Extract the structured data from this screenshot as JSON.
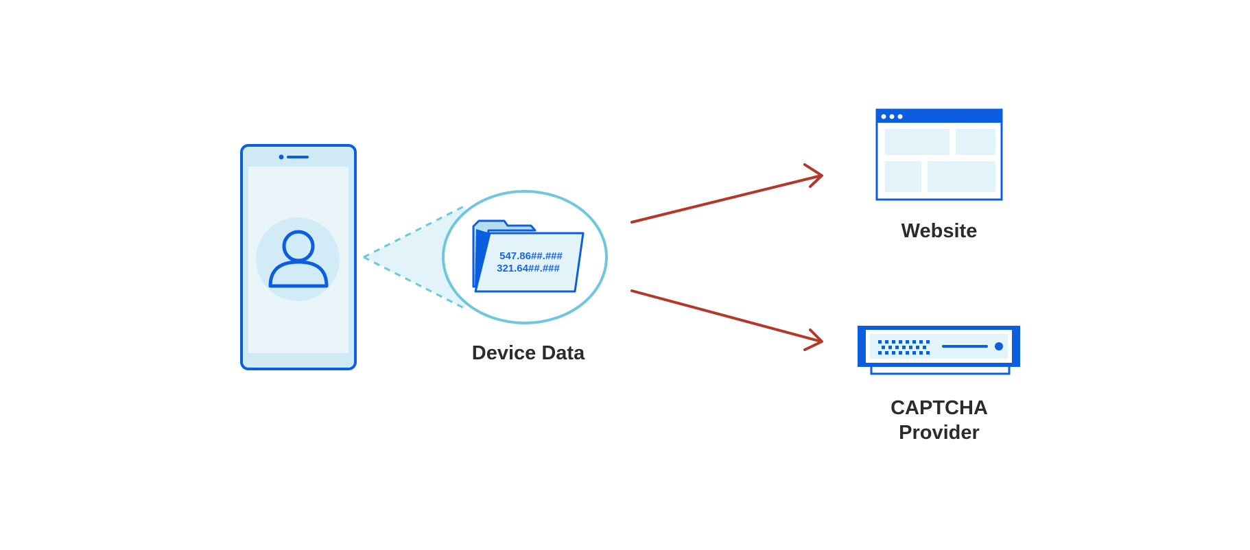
{
  "labels": {
    "device_data": "Device Data",
    "website": "Website",
    "captcha_line1": "CAPTCHA",
    "captcha_line2": "Provider"
  },
  "folder_values": {
    "line1": "547.86##.###",
    "line2": "321.64##.###"
  },
  "colors": {
    "primary_blue": "#0b5ee0",
    "light_blue_fill": "#e3f3fa",
    "light_blue_stroke": "#6ec7dd",
    "arrow_red": "#b5372a",
    "text_dark": "#2b2b2b"
  },
  "icons": {
    "phone": "mobile-phone-user-icon",
    "folder": "data-folder-icon",
    "website": "browser-window-icon",
    "captcha": "server-device-icon"
  }
}
